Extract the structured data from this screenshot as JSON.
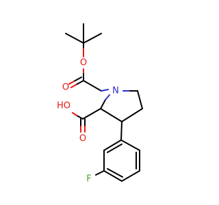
{
  "molecule": {
    "atoms": {
      "o_carbamate_ether": "O",
      "o_carbamate_carbonyl": "O",
      "n_ring": "N",
      "oh_acid": "HO",
      "o_acid_carbonyl": "O",
      "f_aryl": "F"
    },
    "colors": {
      "bond": "#000000",
      "oxygen": "#e8160e",
      "nitrogen": "#2b2bd6",
      "fluorine": "#50a02a"
    }
  }
}
